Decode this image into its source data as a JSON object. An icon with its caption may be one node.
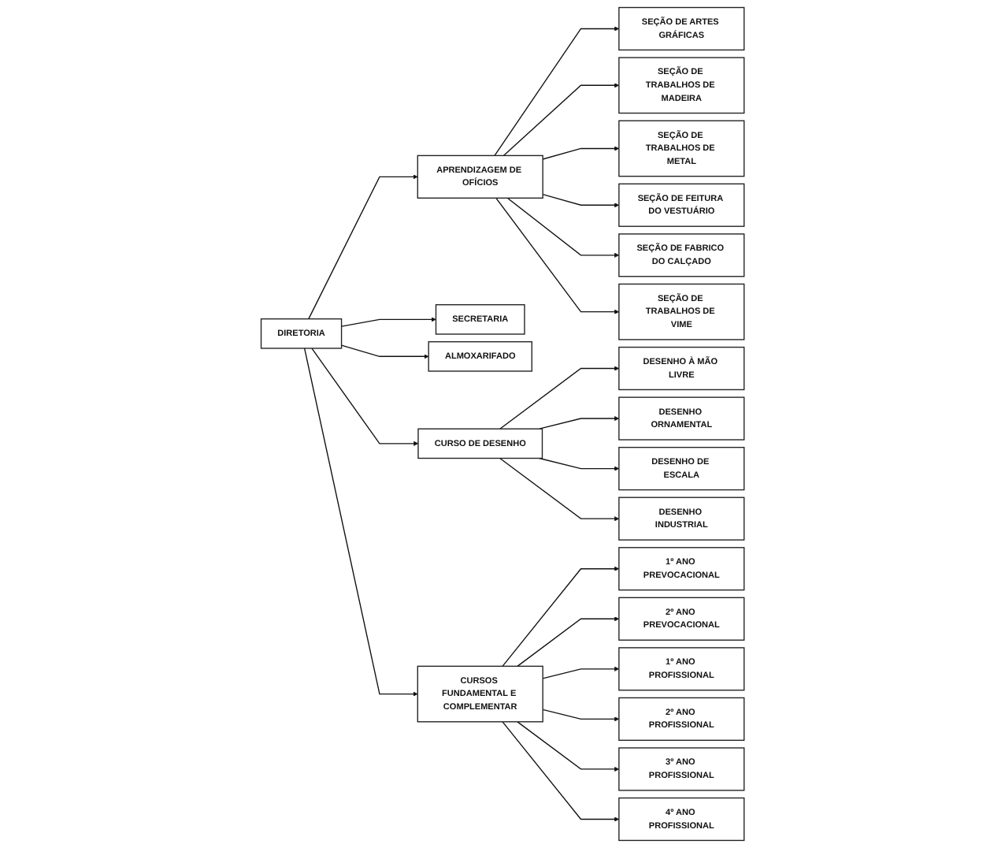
{
  "diagram": {
    "nodes": [
      {
        "text": [
          "DIRETORIA"
        ]
      },
      {
        "text": [
          "SECRETARIA"
        ]
      },
      {
        "text": [
          "ALMOXARIFADO"
        ]
      },
      {
        "text": [
          "APRENDIZAGEM DE OFÍCIOS"
        ]
      },
      {
        "text": [
          "CURSO DE DESENHO"
        ]
      },
      {
        "text": [
          "CURSOS FUNDAMENTAL E COMPLEMENTAR"
        ]
      },
      {
        "text": [
          "SEÇÃO DE ARTES GRÁFICAS"
        ]
      },
      {
        "text": [
          "SEÇÃO DE TRABALHOS DE MADEIRA"
        ]
      },
      {
        "text": [
          "SEÇÃO DE TRABALHOS DE METAL"
        ]
      },
      {
        "text": [
          "SEÇÃO DE FEITURA DO VESTUÁRIO"
        ]
      },
      {
        "text": [
          "SEÇÃO DE FABRICO DO CALÇADO"
        ]
      },
      {
        "text": [
          "SEÇÃO DE TRABALHOS DE VIME"
        ]
      },
      {
        "text": [
          "DESENHO À MÃO LIVRE"
        ]
      },
      {
        "text": [
          "DESENHO ORNAMENTAL"
        ]
      },
      {
        "text": [
          "DESENHO DE ESCALA"
        ]
      },
      {
        "text": [
          "DESENHO INDUSTRIAL"
        ]
      },
      {
        "text": [
          "1º ANO PREVOCACIONAL"
        ]
      },
      {
        "text": [
          "2º ANO PREVOCACIONAL"
        ]
      },
      {
        "text": [
          "1º ANO PROFISSIONAL"
        ]
      },
      {
        "text": [
          "2º ANO PROFISSIONAL"
        ]
      },
      {
        "text": [
          "3º ANO PROFISSIONAL"
        ]
      },
      {
        "text": [
          "4º ANO PROFISSIONAL"
        ]
      }
    ],
    "edges": [
      {
        "from": 0,
        "to": 1,
        "arrow": "to"
      },
      {
        "from": 0,
        "to": 2,
        "arrow": "to"
      },
      {
        "from": 0,
        "to": 3,
        "arrow": "to"
      },
      {
        "from": 0,
        "to": 4,
        "arrow": "to"
      },
      {
        "from": 0,
        "to": 5,
        "arrow": "to"
      },
      {
        "from": 3,
        "to": 6,
        "arrow": "to"
      },
      {
        "from": 3,
        "to": 7,
        "arrow": "to"
      },
      {
        "from": 3,
        "to": 8,
        "arrow": "to"
      },
      {
        "from": 3,
        "to": 9,
        "arrow": "to"
      },
      {
        "from": 3,
        "to": 10,
        "arrow": "to"
      },
      {
        "from": 3,
        "to": 11,
        "arrow": "to"
      },
      {
        "from": 4,
        "to": 12,
        "arrow": "to"
      },
      {
        "from": 4,
        "to": 13,
        "arrow": "to"
      },
      {
        "from": 4,
        "to": 14,
        "arrow": "to"
      },
      {
        "from": 4,
        "to": 15,
        "arrow": "to"
      },
      {
        "from": 5,
        "to": 16,
        "arrow": "to"
      },
      {
        "from": 5,
        "to": 17,
        "arrow": "to"
      },
      {
        "from": 5,
        "to": 18,
        "arrow": "to"
      },
      {
        "from": 5,
        "to": 19,
        "arrow": "to"
      },
      {
        "from": 5,
        "to": 20,
        "arrow": "to"
      },
      {
        "from": 5,
        "to": 21,
        "arrow": "to"
      }
    ]
  }
}
